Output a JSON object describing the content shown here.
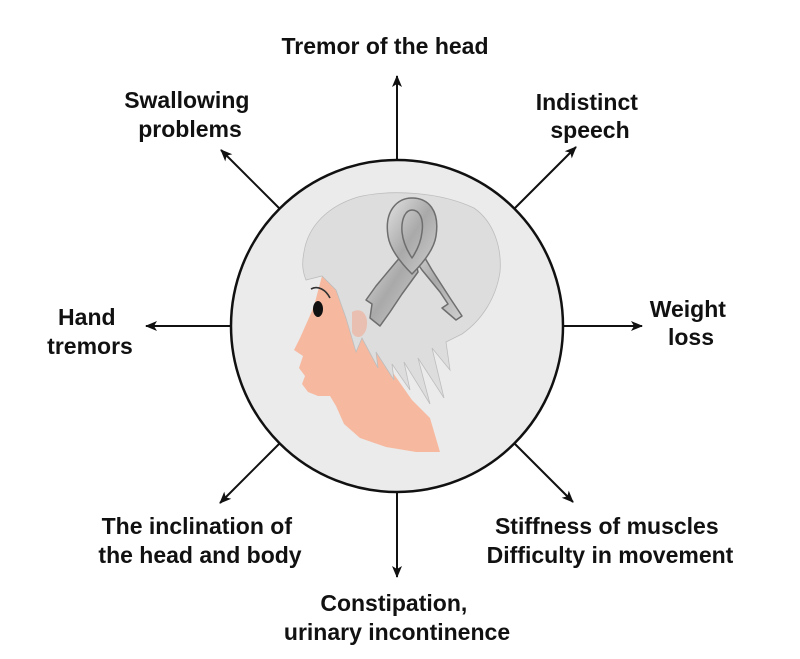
{
  "labels": {
    "top": {
      "lines": [
        "Tremor of the head"
      ]
    },
    "top_right": {
      "lines": [
        "Indistinct",
        "speech"
      ]
    },
    "right": {
      "lines": [
        "Weight",
        "loss"
      ]
    },
    "bottom_right": {
      "lines": [
        "Stiffness of muscles",
        "Difficulty in movement"
      ]
    },
    "bottom": {
      "lines": [
        "Constipation,",
        "urinary incontinence"
      ]
    },
    "bottom_left": {
      "lines": [
        "The inclination of",
        "the head and body"
      ]
    },
    "left": {
      "lines": [
        "Hand",
        "tremors"
      ]
    },
    "top_left": {
      "lines": [
        "Swallowing",
        "problems"
      ]
    }
  },
  "colors": {
    "skin": "#f6b9a0",
    "hair": "#dedddd",
    "ribbon": "#b5b5b5",
    "circle_fill": "#ebebeb",
    "stroke": "#111111"
  },
  "icons": {
    "ribbon": "awareness-ribbon-icon",
    "head": "head-profile-icon"
  }
}
